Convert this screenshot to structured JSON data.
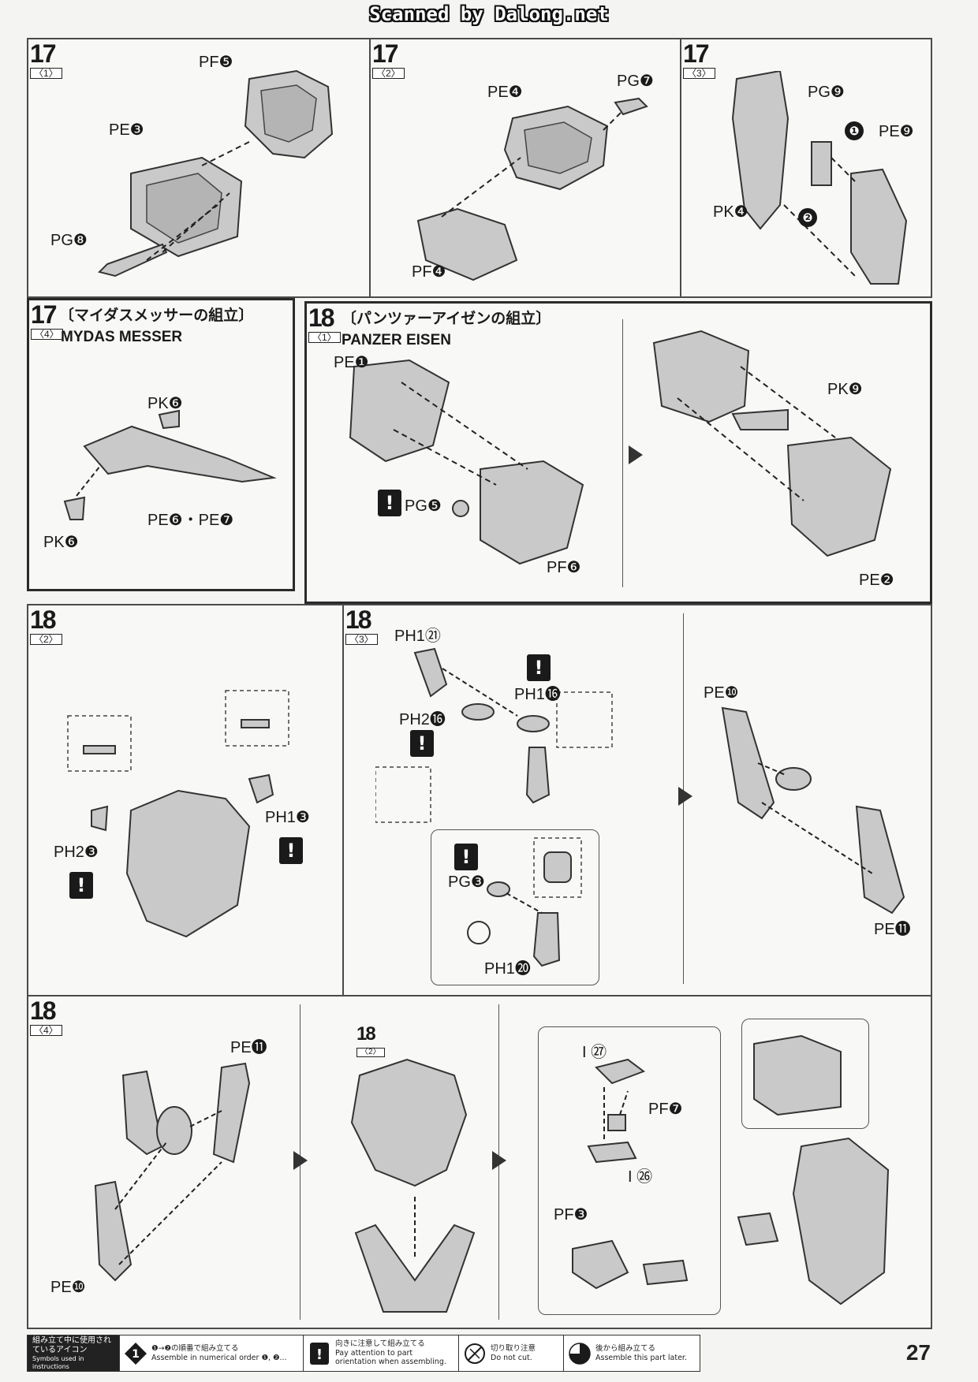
{
  "header": {
    "scan_credit": "Scanned by Dalong.net"
  },
  "panels": {
    "p17_1": {
      "step": "17",
      "sub": "〈1〉",
      "labels": {
        "pf5": "PF❺",
        "pe3": "PE❸",
        "pg8": "PG❽"
      }
    },
    "p17_2": {
      "step": "17",
      "sub": "〈2〉",
      "labels": {
        "pe4": "PE❹",
        "pg7": "PG❼",
        "pf4": "PF❹"
      }
    },
    "p17_3": {
      "step": "17",
      "sub": "〈3〉",
      "labels": {
        "pg9": "PG❾",
        "pe9": "PE❾",
        "pk4": "PK❹"
      }
    },
    "p17_4": {
      "step": "17",
      "sub": "〈4〉",
      "title": "〔マイダスメッサーの組立〕",
      "subtitle": "MYDAS MESSER",
      "labels": {
        "pk6a": "PK❻",
        "pe67": "PE❻・PE❼",
        "pk6b": "PK❻"
      }
    },
    "p18_1": {
      "step": "18",
      "sub": "〈1〉",
      "title": "〔パンツァーアイゼンの組立〕",
      "subtitle": "PANZER EISEN",
      "labels": {
        "pe1": "PE❶",
        "pg5": "PG❺",
        "pf6": "PF❻",
        "pk9": "PK❾",
        "pe2": "PE❷"
      }
    },
    "p18_2": {
      "step": "18",
      "sub": "〈2〉",
      "labels": {
        "ph13": "PH1❸",
        "ph23": "PH2❸"
      }
    },
    "p18_3": {
      "step": "18",
      "sub": "〈3〉",
      "labels": {
        "ph121": "PH1㉑",
        "ph116": "PH1⓰",
        "ph216": "PH2⓰",
        "pg3": "PG❸",
        "ph120": "PH1⓴",
        "pe10": "PE❿",
        "pe11": "PE⓫"
      }
    },
    "p18_4": {
      "step": "18",
      "sub": "〈4〉",
      "ref_step": "18",
      "ref_sub": "〈2〉",
      "labels": {
        "pe11": "PE⓫",
        "pe10": "PE❿",
        "l27": "I ㉗",
        "pf7": "PF❼",
        "l26": "I ㉖",
        "pf3": "PF❸"
      }
    }
  },
  "icons": {
    "order1": "❶",
    "order2": "❷",
    "attention": "!"
  },
  "footer": {
    "legend_title_jp": "組み立て中に使用されているアイコン",
    "legend_title_en": "Symbols used in instructions",
    "items": [
      {
        "jp": "❶→❷の順番で組み立てる",
        "en": "Assemble in numerical order ❶, ❷..."
      },
      {
        "jp": "向きに注意して組み立てる",
        "en": "Pay attention to part orientation when assembling."
      },
      {
        "jp": "切り取り注意",
        "en": "Do not cut."
      },
      {
        "jp": "後から組み立てる",
        "en": "Assemble this part later."
      }
    ]
  },
  "page_number": "27"
}
